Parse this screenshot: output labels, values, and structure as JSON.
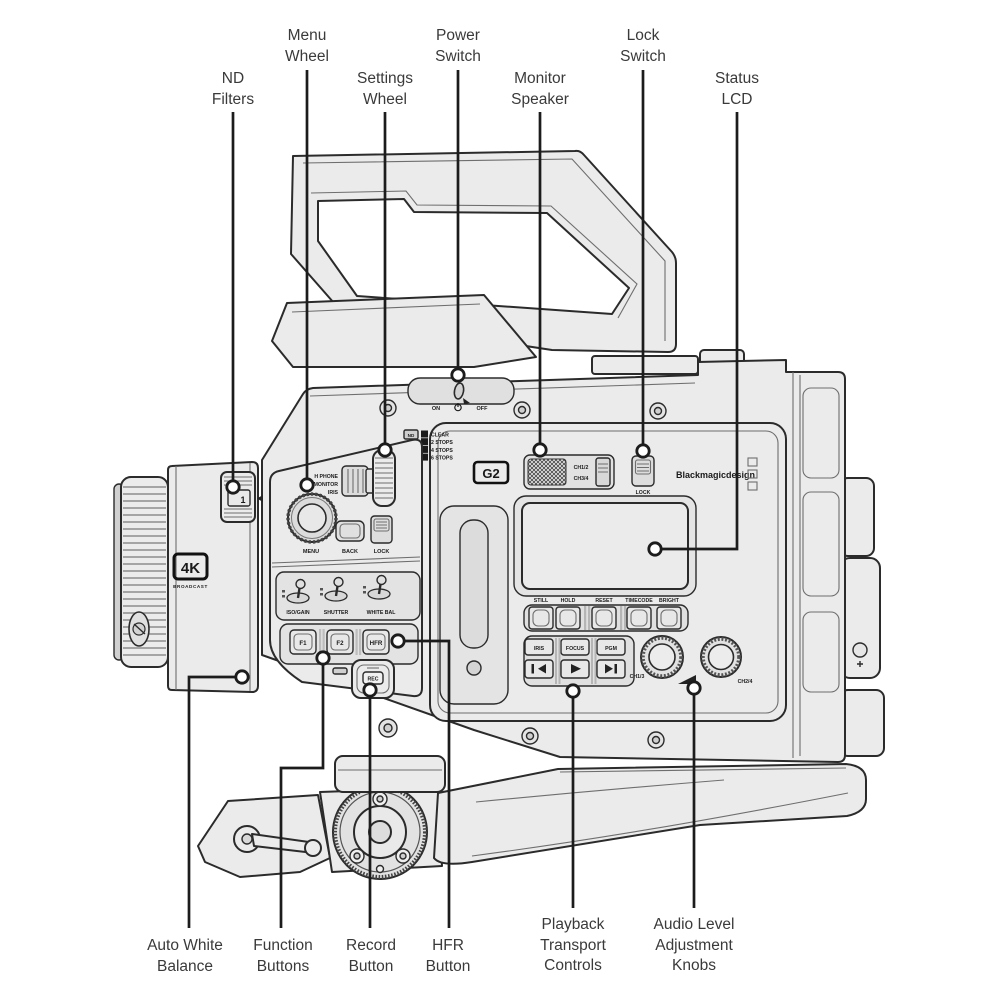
{
  "callouts": {
    "top": [
      {
        "id": "nd-filters",
        "text": "ND\nFilters"
      },
      {
        "id": "menu-wheel",
        "text": "Menu\nWheel"
      },
      {
        "id": "settings-wheel",
        "text": "Settings\nWheel"
      },
      {
        "id": "power-switch",
        "text": "Power\nSwitch"
      },
      {
        "id": "monitor-speaker",
        "text": "Monitor\nSpeaker"
      },
      {
        "id": "lock-switch",
        "text": "Lock\nSwitch"
      },
      {
        "id": "status-lcd",
        "text": "Status\nLCD"
      }
    ],
    "bottom": [
      {
        "id": "auto-white-balance",
        "text": "Auto White\nBalance"
      },
      {
        "id": "function-buttons",
        "text": "Function\nButtons"
      },
      {
        "id": "record-button",
        "text": "Record\nButton"
      },
      {
        "id": "hfr-button",
        "text": "HFR\nButton"
      },
      {
        "id": "playback-transport-controls",
        "text": "Playback\nTransport\nControls"
      },
      {
        "id": "audio-level-adjustment-knobs",
        "text": "Audio Level\nAdjustment\nKnobs"
      }
    ]
  },
  "camera": {
    "brand": "Blackmagicdesign",
    "model_badge": "G2",
    "lens_badge": "4K",
    "lens_badge_sub": "BROADCAST",
    "nd_dial_value": "1",
    "power_switch": {
      "on": "ON",
      "off": "OFF",
      "icon": "power-icon"
    },
    "nd_filter_legend": {
      "label": "ND",
      "rows": [
        {
          "num": "1",
          "text": "CLEAR"
        },
        {
          "num": "2",
          "text": "2 STOPS"
        },
        {
          "num": "3",
          "text": "4 STOPS"
        },
        {
          "num": "4",
          "text": "6 STOPS"
        }
      ]
    },
    "monitor_knob_labels": [
      "H PHONE",
      "MONITOR",
      "IRIS"
    ],
    "menu_wheel_label": "MENU",
    "back_button_label": "BACK",
    "lock_switch_label": "LOCK",
    "toggle_labels": [
      "ISO/GAIN",
      "SHUTTER",
      "WHITE BAL"
    ],
    "function_button_labels": [
      "F1",
      "F2",
      "HFR"
    ],
    "record_button_label": "REC",
    "speaker_channel_labels": [
      "CH1/2",
      "CH3/4"
    ],
    "top_lock_label": "LOCK",
    "lcd_button_labels": [
      "STILL",
      "HOLD",
      "RESET",
      "TIMECODE",
      "BRIGHT"
    ],
    "playback_button_labels": [
      "IRIS",
      "FOCUS",
      "PGM"
    ],
    "transport_icons": [
      "skip-back-icon",
      "play-icon",
      "skip-forward-icon"
    ],
    "audio_knob_labels": [
      "CH1/3",
      "CH2/4"
    ],
    "colors": {
      "line": "#2b2b2b",
      "body": "#ebebeb",
      "panel": "#e7e7e7",
      "callout": "#1c1c1c",
      "background": "#ffffff"
    }
  }
}
